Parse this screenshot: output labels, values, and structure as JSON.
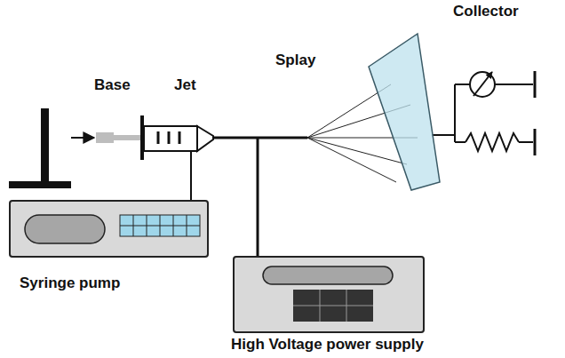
{
  "diagram": {
    "nodes": [
      {
        "text": [
          "Syringe pump"
        ]
      },
      {
        "text": [
          "High Voltage power supply"
        ]
      },
      {
        "text": [
          "Collector"
        ]
      }
    ],
    "labels": [
      "Base",
      "Jet",
      "Splay"
    ]
  }
}
